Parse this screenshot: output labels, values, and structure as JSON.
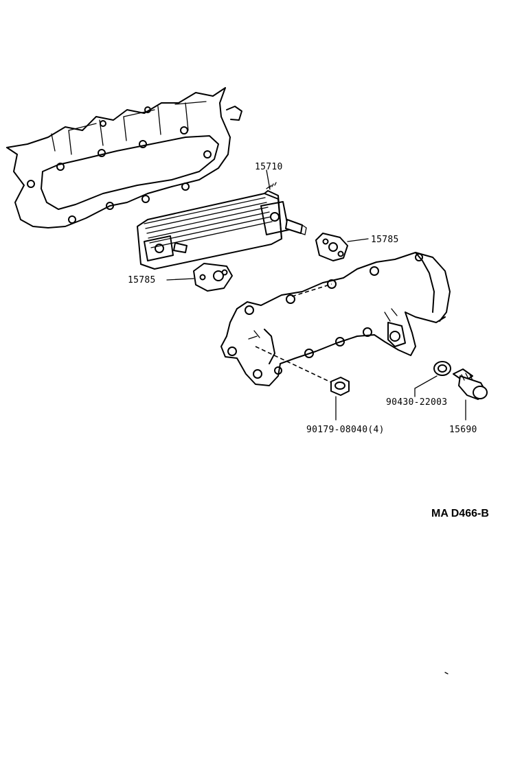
{
  "part_labels": {
    "oil_cooler": "15710",
    "gasket_right": "15785",
    "gasket_left": "15785",
    "nut": "90179-08040(4)",
    "gasket_washer": "90430-22003",
    "relief_valve": "15690"
  },
  "diagram_code": "MA D466-B"
}
